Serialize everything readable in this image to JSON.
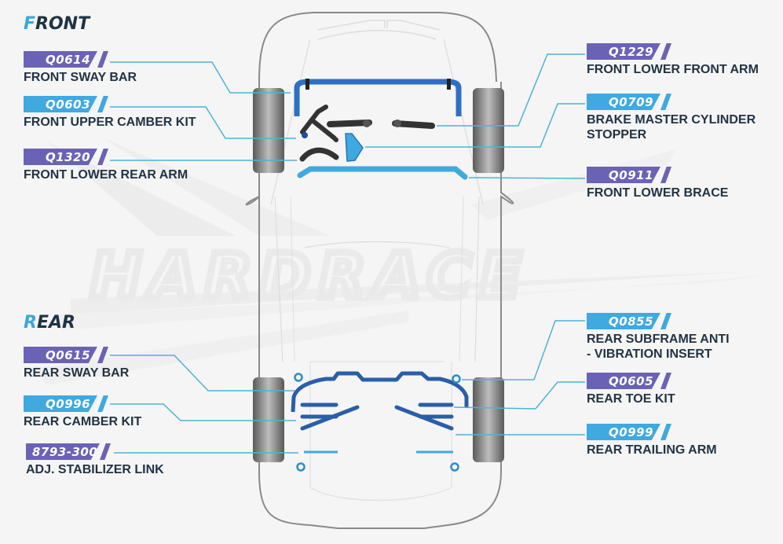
{
  "brand": {
    "watermark": "HARDRACE",
    "colors": {
      "purple_badge": "#6a63b5",
      "blue_badge": "#3fa9e0",
      "leader_line": "#4bb3d8",
      "part_blue": "#2f6fc4",
      "label_text": "#223344",
      "heading_accent": "#3aa7dc"
    }
  },
  "sections": {
    "front": {
      "first_letter": "F",
      "rest": "RONT"
    },
    "rear": {
      "first_letter": "R",
      "rest": "EAR"
    }
  },
  "front_left": [
    {
      "code": "Q0614",
      "label": "FRONT SWAY BAR",
      "style": "purple"
    },
    {
      "code": "Q0603",
      "label": "FRONT UPPER CAMBER KIT",
      "style": "blue"
    },
    {
      "code": "Q1320",
      "label": "FRONT LOWER REAR ARM",
      "style": "purple"
    }
  ],
  "front_right": [
    {
      "code": "Q1229",
      "label": "FRONT LOWER FRONT ARM",
      "style": "purple"
    },
    {
      "code": "Q0709",
      "label": "BRAKE MASTER CYLINDER",
      "label2": "STOPPER",
      "style": "blue"
    },
    {
      "code": "Q0911",
      "label": "FRONT LOWER BRACE",
      "style": "purple"
    }
  ],
  "rear_left": [
    {
      "code": "Q0615",
      "label": "REAR SWAY BAR",
      "style": "purple"
    },
    {
      "code": "Q0996",
      "label": "REAR CAMBER KIT",
      "style": "blue"
    },
    {
      "code": "8793-300",
      "label": "ADJ. STABILIZER LINK",
      "style": "purple"
    }
  ],
  "rear_right": [
    {
      "code": "Q0855",
      "label": "REAR SUBFRAME ANTI",
      "label2": "- VIBRATION INSERT",
      "style": "blue"
    },
    {
      "code": "Q0605",
      "label": "REAR TOE KIT",
      "style": "purple"
    },
    {
      "code": "Q0999",
      "label": "REAR TRAILING ARM",
      "style": "blue"
    }
  ]
}
